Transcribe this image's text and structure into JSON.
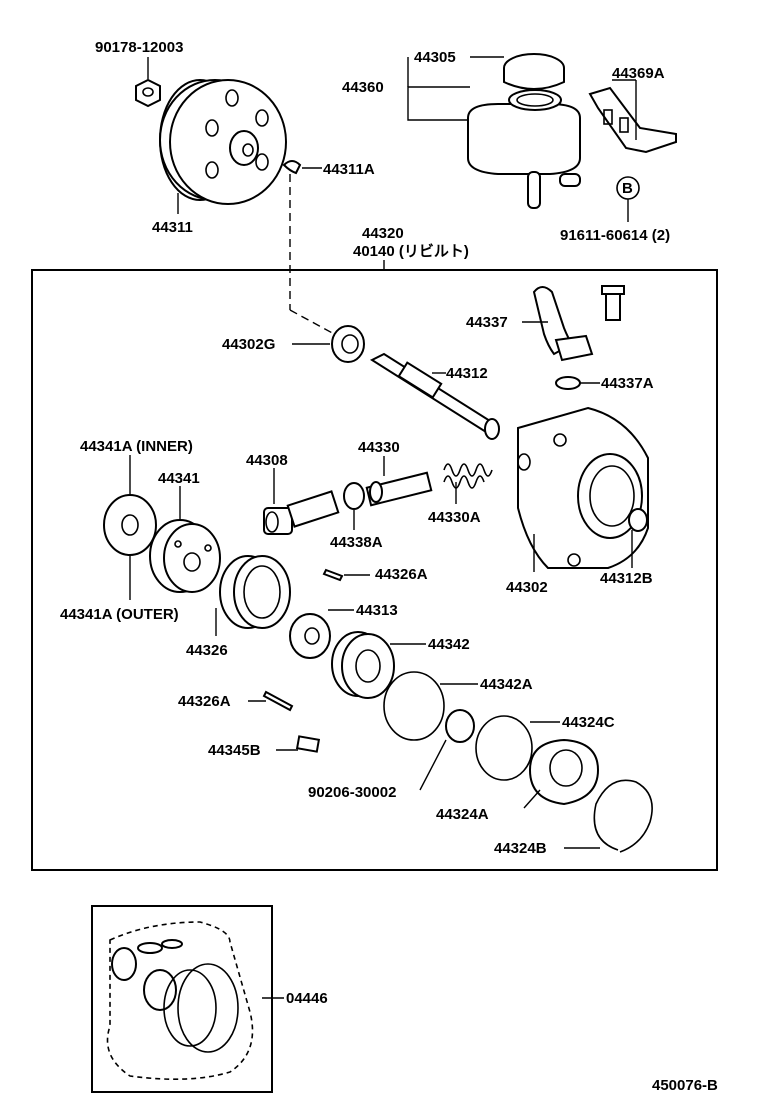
{
  "diagram": {
    "labels": {
      "bolt_top": "90178-12003",
      "pulley": "44311",
      "key": "44311A",
      "cap": "44305",
      "reservoir": "44360",
      "bracket": "44369A",
      "bolt_b": "91611-60614 (2)",
      "b_marker": "B",
      "assy_1": "44320",
      "assy_2": "40140 (リビルト)",
      "union": "44337",
      "oring_union": "44337A",
      "bearing": "44302G",
      "shaft": "44312",
      "inner_plate": "44341A (INNER)",
      "side_plate": "44341",
      "outer_plate": "44341A (OUTER)",
      "valve": "44308",
      "relief": "44330",
      "spring": "44330A",
      "oring_valve": "44338A",
      "housing": "44302",
      "seal": "44312B",
      "pin_1": "44326A",
      "cam_ring": "44326",
      "rotor": "44313",
      "rear_plate": "44342",
      "oring_rear": "44342A",
      "pin_2": "44326A",
      "snap": "90206-30002",
      "oring_cover": "44324C",
      "vane": "44345B",
      "rear_cover": "44324A",
      "snap_cover": "44324B",
      "kit": "04446",
      "figure_code": "450076-B"
    }
  }
}
